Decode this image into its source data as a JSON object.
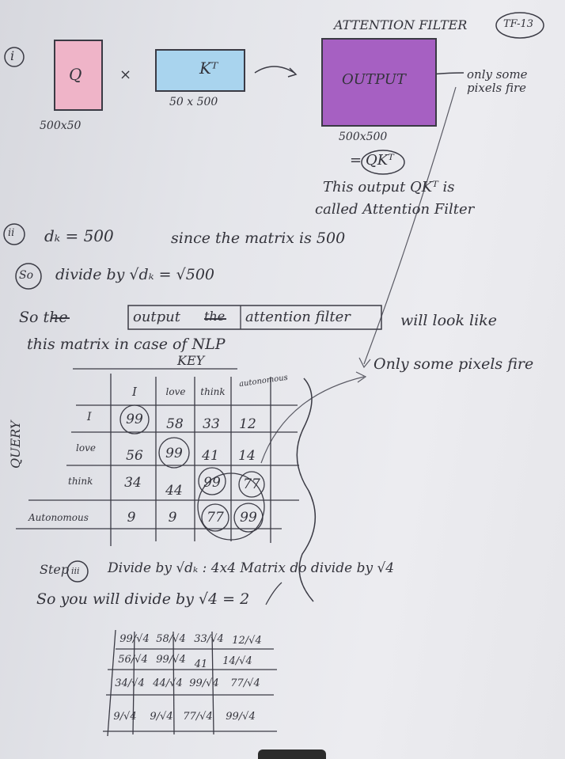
{
  "header": {
    "title": "ATTENTION FILTER",
    "page_tag": "TF-13"
  },
  "step1": {
    "marker": "i",
    "q_label": "Q",
    "q_size": "500x50",
    "times": "×",
    "kt_label": "Kᵀ",
    "kt_size": "50 x 500",
    "output_label": "OUTPUT",
    "output_size": "500x500",
    "output_eq": "=",
    "output_qkt": "QKᵀ",
    "note_pixels": "only some pixels fire",
    "note_called_1": "This output QKᵀ is",
    "note_called_2": "called Attention Filter"
  },
  "step2": {
    "marker": "ii",
    "dk_line": "dₖ = 500",
    "since_line": "since the matrix is 500",
    "so_marker": "So",
    "divide_line": "divide by √dₖ = √500"
  },
  "step3": {
    "so_text": "So the",
    "output_word": "output",
    "struck_word": "the",
    "filter_word": "attention filter",
    "will_look": "will look like",
    "matrix_line": "this matrix in case of NLP",
    "pixels_fire": "Only some pixels fire"
  },
  "matrix": {
    "key_label": "KEY",
    "query_label": "QUERY",
    "columns": [
      "I",
      "love",
      "think",
      "autonomous"
    ],
    "rows": [
      {
        "label": "I",
        "values": [
          "99",
          "58",
          "33",
          "12"
        ]
      },
      {
        "label": "love",
        "values": [
          "56",
          "99",
          "41",
          "14"
        ]
      },
      {
        "label": "think",
        "values": [
          "34",
          "44",
          "99",
          "77"
        ]
      },
      {
        "label": "Autonomous",
        "values": [
          "9",
          "9",
          "77",
          "99"
        ]
      }
    ]
  },
  "step4": {
    "step_word": "Step",
    "step_num": "iii",
    "line1": "Divide by √dₖ : 4x4 Matrix do divide by √4",
    "line2": "So you will divide by √4 = 2"
  },
  "scaled_matrix": {
    "rows": [
      [
        "99/√4",
        "58/√4",
        "33/√4",
        "12/√4"
      ],
      [
        "56/√4",
        "99/√4",
        "41",
        "14/√4"
      ],
      [
        "34/√4",
        "44/√4",
        "99/√4",
        "77/√4"
      ],
      [
        "9/√4",
        "9/√4",
        "77/√4",
        "99/√4"
      ]
    ]
  },
  "colors": {
    "q_box": "#efb4c8",
    "kt_box": "#a9d4ee",
    "output_box": "#a660c2",
    "ink": "#33333b"
  }
}
